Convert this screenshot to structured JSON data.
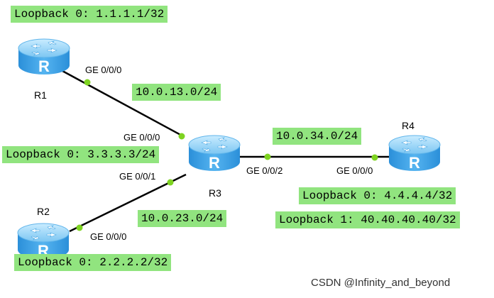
{
  "routers": {
    "r1": {
      "name": "R1",
      "loopback0": "Loopback 0: 1.1.1.1/32",
      "port_ge000": "GE 0/0/0"
    },
    "r2": {
      "name": "R2",
      "loopback0": "Loopback 0: 2.2.2.2/32",
      "port_ge000": "GE 0/0/0"
    },
    "r3": {
      "name": "R3",
      "loopback0": "Loopback 0: 3.3.3.3/24",
      "port_ge000": "GE 0/0/0",
      "port_ge001": "GE 0/0/1",
      "port_ge002": "GE 0/0/2"
    },
    "r4": {
      "name": "R4",
      "loopback0": "Loopback 0: 4.4.4.4/32",
      "loopback1": "Loopback 1: 40.40.40.40/32",
      "port_ge000": "GE 0/0/0"
    }
  },
  "links": {
    "r1_r3": "10.0.13.0/24",
    "r2_r3": "10.0.23.0/24",
    "r3_r4": "10.0.34.0/24"
  },
  "watermark": "CSDN @Infinity_and_beyond",
  "colors": {
    "label_bg": "#91e47f",
    "port_dot": "#7ed321",
    "router_body": "#3aa0e8",
    "link": "#000000"
  }
}
